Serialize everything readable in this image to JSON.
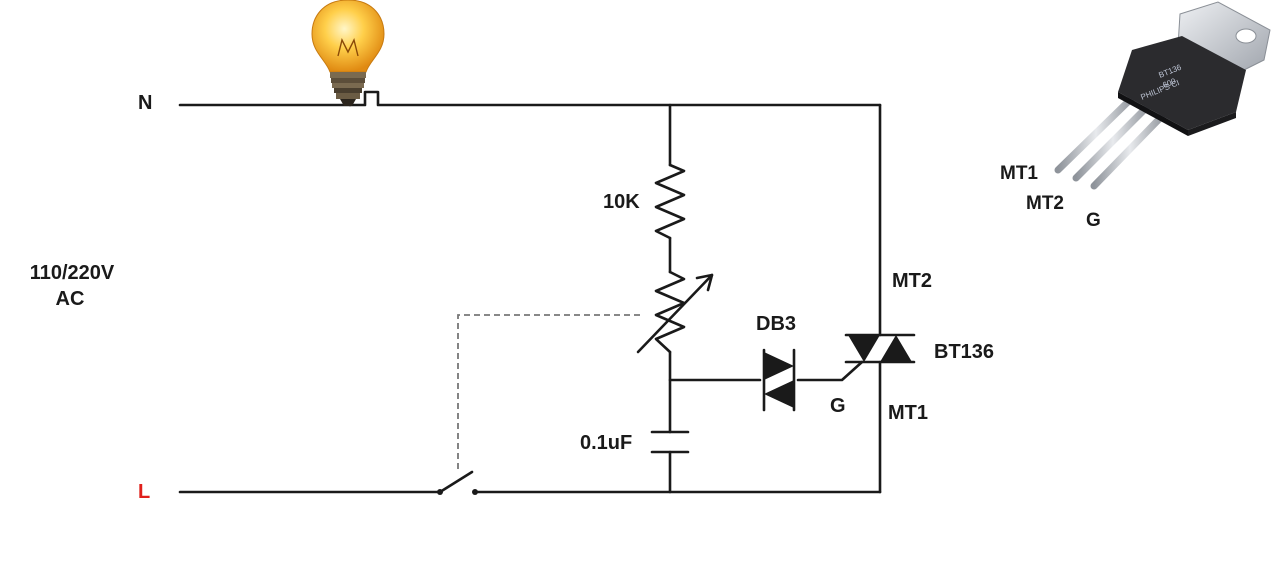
{
  "labels": {
    "neutral": "N",
    "line": "L",
    "supply_line1": "110/220V",
    "supply_line2": "AC",
    "resistor": "10K",
    "capacitor": "0.1uF",
    "diac": "DB3",
    "triac": "BT136",
    "triac_mt2": "MT2",
    "triac_mt1": "MT1",
    "triac_gate": "G"
  },
  "package": {
    "pin_mt1": "MT1",
    "pin_mt2": "MT2",
    "pin_g": "G",
    "marking_line1": "BT136",
    "marking_line2": "600",
    "marking_line3": "PHILIPS CI"
  },
  "colors": {
    "wire": "#1a1a1a",
    "line_label": "#e0201c",
    "bulb": "#f5a623",
    "package_body": "#2b2b2e",
    "package_tab": "#c9ccd1"
  },
  "icons": {
    "lamp": "light-bulb-icon",
    "switch": "switch-icon",
    "package": "to220-package-icon"
  }
}
